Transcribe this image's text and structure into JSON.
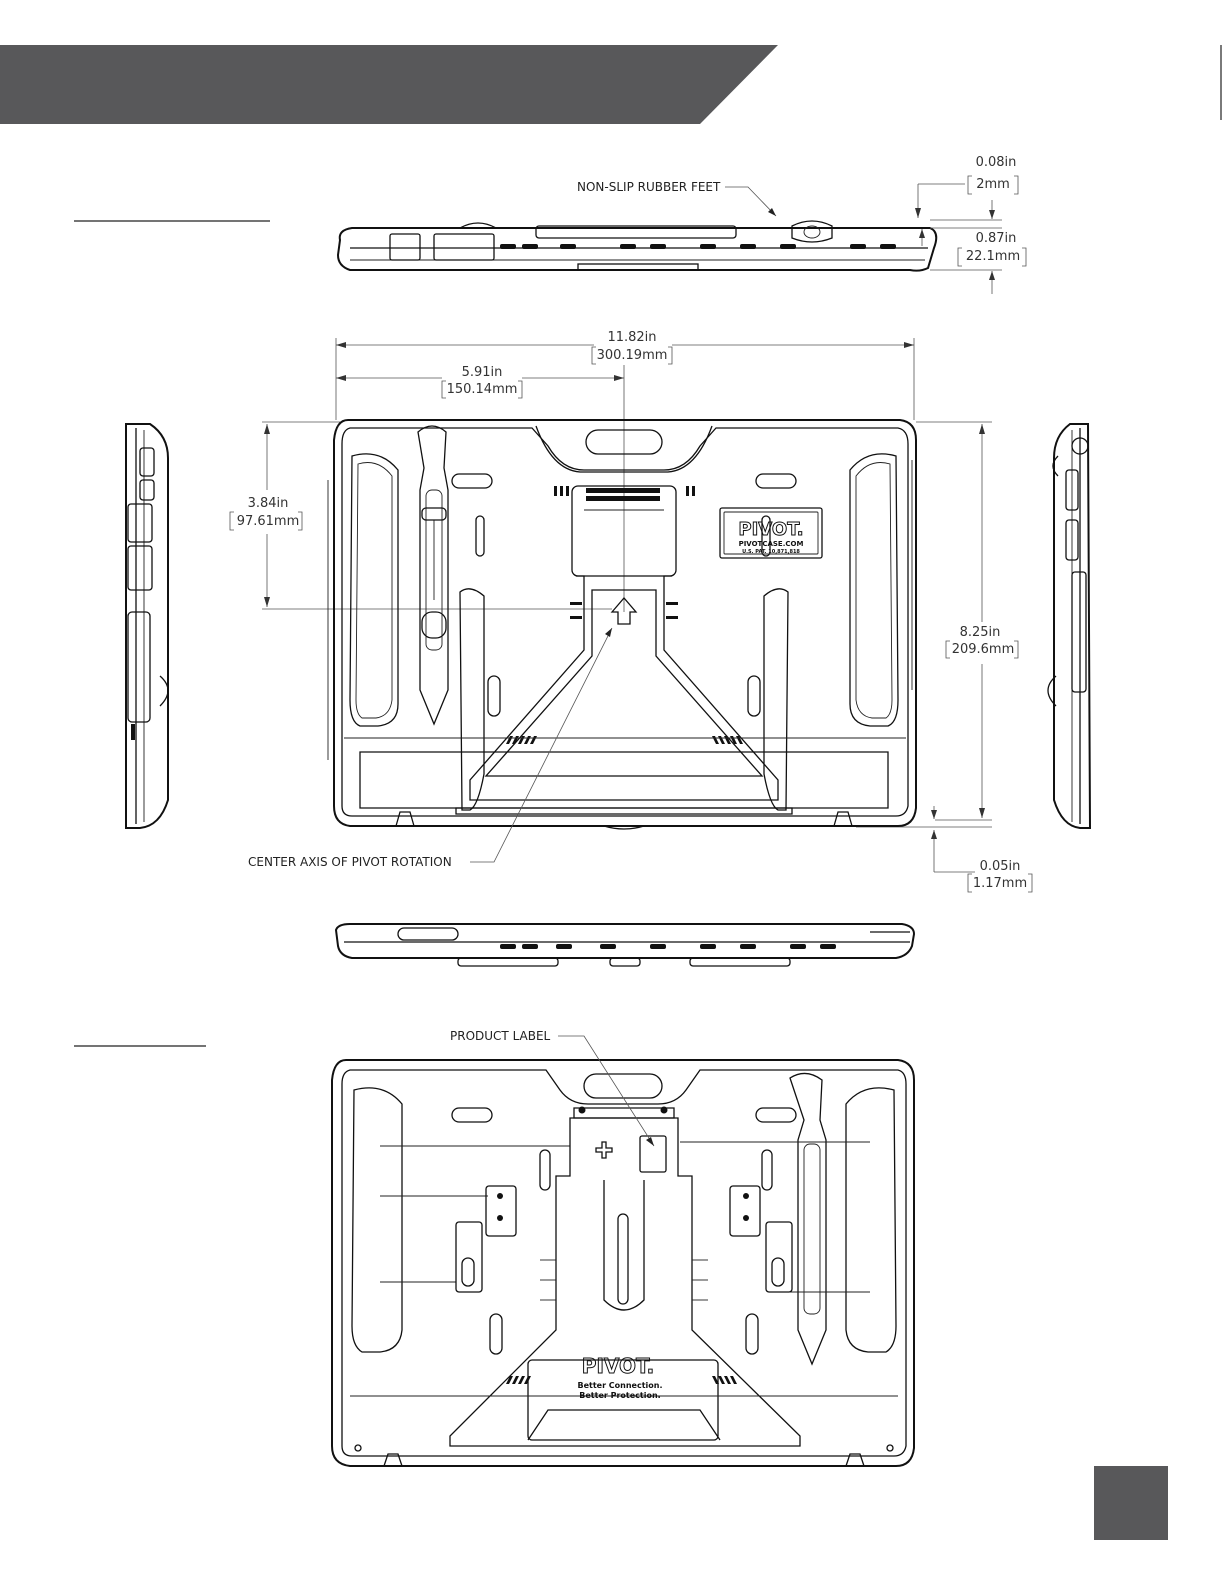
{
  "header_banner": {
    "color": "#58585a"
  },
  "page_tab": {
    "color": "#58585a"
  },
  "callouts": {
    "non_slip_feet": "NON-SLIP RUBBER FEET",
    "center_axis": "CENTER AXIS OF PIVOT ROTATION",
    "product_label": "PRODUCT LABEL"
  },
  "dimensions": {
    "top_offset": {
      "in": "0.08in",
      "mm": "2mm"
    },
    "thickness": {
      "in": "0.87in",
      "mm": "22.1mm"
    },
    "overall_width": {
      "in": "11.82in",
      "mm": "300.19mm"
    },
    "half_width": {
      "in": "5.91in",
      "mm": "150.14mm"
    },
    "pivot_height": {
      "in": "3.84in",
      "mm": "97.61mm"
    },
    "overall_height": {
      "in": "8.25in",
      "mm": "209.6mm"
    },
    "foot_height": {
      "in": "0.05in",
      "mm": "1.17mm"
    }
  },
  "branding": {
    "logo_text": "PIVOT.",
    "website": "PIVOTCASE.COM",
    "patent": "U.S. PAT. 10,871,818",
    "tagline_1": "Better Connection.",
    "tagline_2": "Better Protection."
  }
}
